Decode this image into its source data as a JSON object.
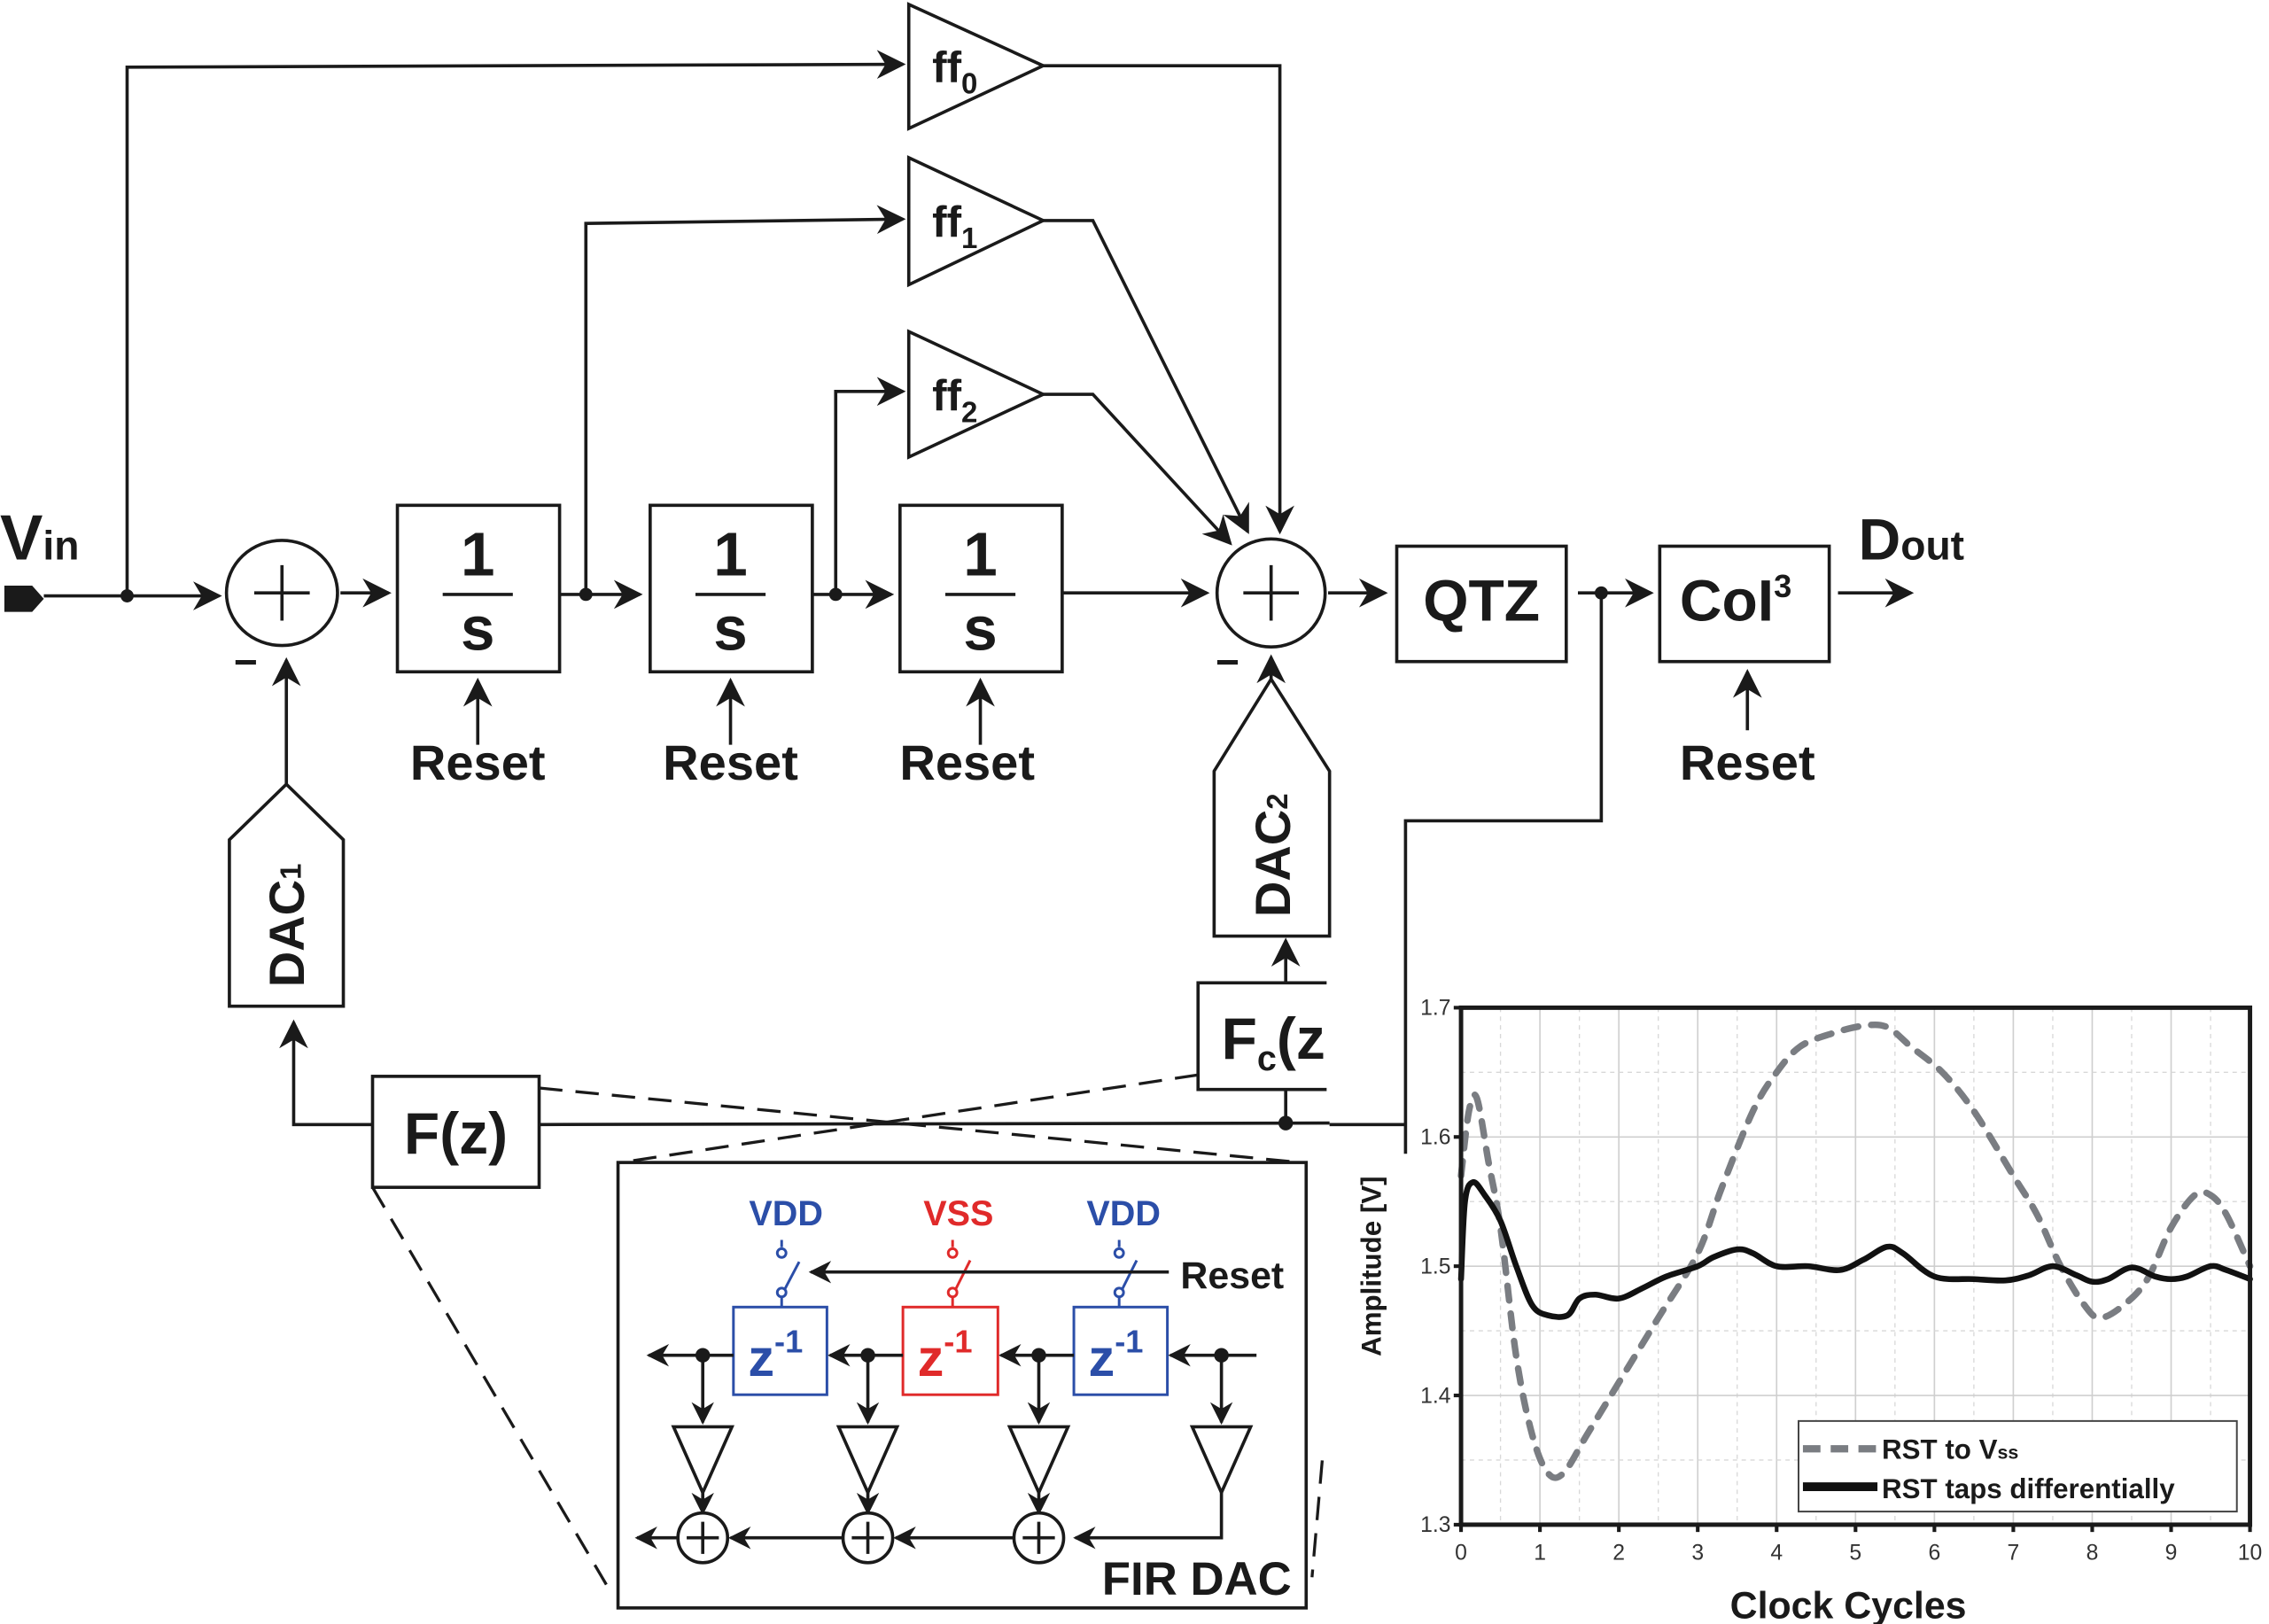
{
  "diagram": {
    "input_label": "V",
    "input_sub": "in",
    "output_label": "D",
    "output_sub": "out",
    "integrators": [
      {
        "num": "1",
        "den": "s",
        "reset": "Reset"
      },
      {
        "num": "1",
        "den": "s",
        "reset": "Reset"
      },
      {
        "num": "1",
        "den": "s",
        "reset": "Reset"
      }
    ],
    "feedforward": [
      {
        "label": "ff",
        "sub": "0"
      },
      {
        "label": "ff",
        "sub": "1"
      },
      {
        "label": "ff",
        "sub": "2"
      }
    ],
    "summer_symbol": "+",
    "minus_sign": "−",
    "quantizer": "QTZ",
    "decimator": {
      "label": "CoI",
      "sup": "3",
      "reset": "Reset"
    },
    "dac1": {
      "label": "DAC",
      "sub": "1"
    },
    "dac2": {
      "label": "DAC",
      "sub": "2"
    },
    "fz": "F(z)",
    "fcz": {
      "label": "F",
      "sub": "c",
      "tail": "(z"
    },
    "fir": {
      "title": "FIR DAC",
      "reset": "Reset",
      "supplies": [
        {
          "label": "VDD",
          "color": "#2b4ea8"
        },
        {
          "label": "VSS",
          "color": "#e02a2a"
        },
        {
          "label": "VDD",
          "color": "#2b4ea8"
        }
      ],
      "delay": {
        "label": "z",
        "sup": "-1"
      }
    }
  },
  "chart_data": {
    "type": "line",
    "title": "",
    "xlabel": "Clock Cycles",
    "ylabel": "Amplitude [V]",
    "xlim": [
      0,
      10
    ],
    "ylim": [
      1.3,
      1.7
    ],
    "xticks": [
      "0",
      "1",
      "2",
      "3",
      "4",
      "5",
      "6",
      "7",
      "8",
      "9",
      "10"
    ],
    "yticks": [
      "1.3",
      "1.4",
      "1.5",
      "1.6",
      "1.7"
    ],
    "grid": true,
    "legend_position": "bottom-right",
    "series": [
      {
        "name": "RST to V",
        "name_sub": "ss",
        "style": "dashed",
        "color": "#7a7d82",
        "x": [
          0,
          0.1,
          0.2,
          0.35,
          0.5,
          0.7,
          0.9,
          1.1,
          1.3,
          1.6,
          2,
          2.5,
          3,
          3.3,
          3.7,
          4,
          4.3,
          4.7,
          5.1,
          5.4,
          5.7,
          6.1,
          6.5,
          7,
          7.3,
          7.6,
          7.9,
          8.1,
          8.4,
          8.7,
          9,
          9.3,
          9.5,
          9.7,
          10
        ],
        "y": [
          1.57,
          1.62,
          1.63,
          1.58,
          1.53,
          1.43,
          1.37,
          1.34,
          1.34,
          1.37,
          1.41,
          1.46,
          1.51,
          1.56,
          1.62,
          1.65,
          1.67,
          1.68,
          1.686,
          1.685,
          1.67,
          1.65,
          1.62,
          1.57,
          1.54,
          1.5,
          1.47,
          1.46,
          1.47,
          1.49,
          1.53,
          1.555,
          1.555,
          1.54,
          1.5
        ]
      },
      {
        "name": "RST taps differentially",
        "style": "solid",
        "color": "#111111",
        "x": [
          0,
          0.05,
          0.15,
          0.3,
          0.5,
          0.7,
          0.9,
          1.1,
          1.35,
          1.5,
          1.7,
          2,
          2.3,
          2.6,
          3,
          3.2,
          3.5,
          3.7,
          4,
          4.4,
          4.8,
          5.1,
          5.4,
          5.6,
          6,
          6.5,
          6.9,
          7.2,
          7.5,
          7.8,
          8,
          8.2,
          8.5,
          8.8,
          9,
          9.2,
          9.5,
          9.7,
          10
        ],
        "y": [
          1.49,
          1.55,
          1.565,
          1.555,
          1.535,
          1.5,
          1.47,
          1.462,
          1.462,
          1.475,
          1.478,
          1.475,
          1.483,
          1.492,
          1.5,
          1.507,
          1.513,
          1.51,
          1.5,
          1.5,
          1.497,
          1.505,
          1.515,
          1.51,
          1.492,
          1.49,
          1.489,
          1.493,
          1.5,
          1.493,
          1.488,
          1.49,
          1.499,
          1.492,
          1.49,
          1.492,
          1.5,
          1.497,
          1.49
        ]
      }
    ]
  }
}
